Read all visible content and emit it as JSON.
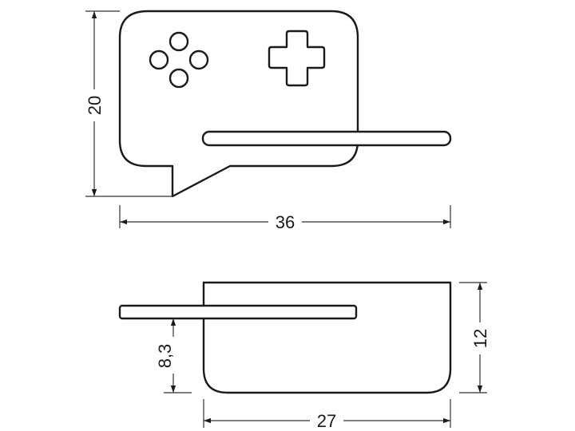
{
  "diagram": {
    "front_view": {
      "height_label": "20",
      "width_label": "36"
    },
    "side_view": {
      "shelf_height_label": "8,3",
      "height_label": "12",
      "depth_label": "27"
    },
    "colors": {
      "outline": "#1a1a1a",
      "dimension_line": "#333333",
      "background": "#ffffff"
    },
    "icons": [
      "gamepad-buttons-icon",
      "dpad-cross-icon"
    ]
  }
}
